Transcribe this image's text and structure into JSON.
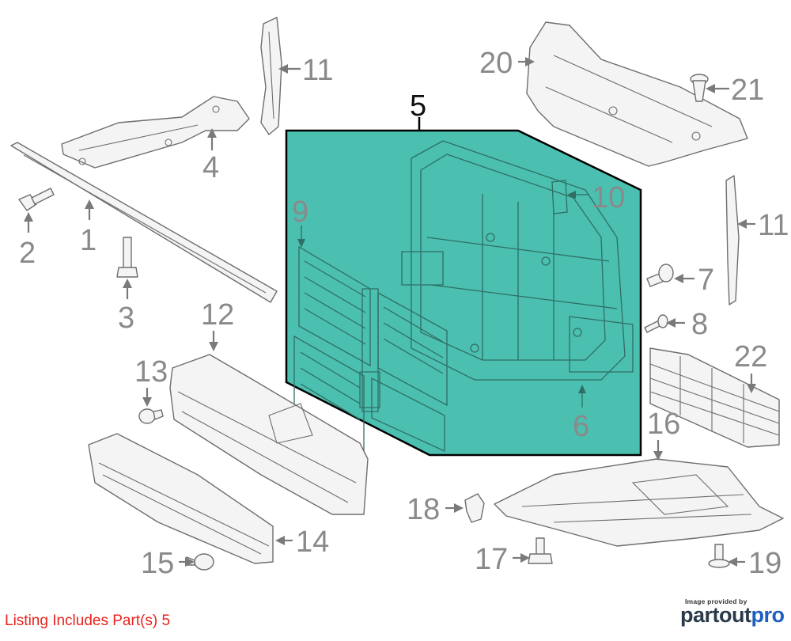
{
  "diagram": {
    "highlight_color": "#4bbfb0",
    "highlighted_part": "5",
    "callouts": {
      "c1": "1",
      "c2": "2",
      "c3": "3",
      "c4": "4",
      "c5": "5",
      "c6": "6",
      "c7": "7",
      "c8": "8",
      "c9": "9",
      "c10": "10",
      "c11a": "11",
      "c11b": "11",
      "c12": "12",
      "c13": "13",
      "c14": "14",
      "c15": "15",
      "c16": "16",
      "c17": "17",
      "c18": "18",
      "c19": "19",
      "c20": "20",
      "c21": "21",
      "c22": "22"
    }
  },
  "footer": {
    "listing_note": "Listing Includes Part(s) 5",
    "credit_small": "Image provided by",
    "brand_part1": "partout",
    "brand_part2": "pro"
  },
  "colors": {
    "listing_note": "#e8231b",
    "brand_dark": "#2b3a4a",
    "brand_blue": "#1f5fbf",
    "callout_gray": "#8a8a8a"
  }
}
